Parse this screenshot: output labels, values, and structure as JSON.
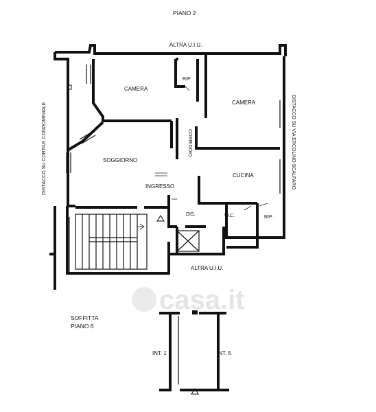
{
  "floor": {
    "title": "PIANO 2"
  },
  "neighbors": {
    "top": "ALTRA U.I.U.",
    "bottom": "ALTRA U.I.U."
  },
  "sides": {
    "left": "DISTACCO SU CORTILE CONDOMINIALE",
    "right": "DISTACCO SU VIA ERCOLINO SCALFARO"
  },
  "rooms": {
    "camera_left": "CAMERA",
    "ripostiglio_top": "RIP.",
    "camera_right": "CAMERA",
    "corridoio": "CORRIDOIO",
    "soggiorno": "SOGGIORNO",
    "cucina": "CUCINA",
    "ingresso": "INGRESSO",
    "disimpegno": "DIS.",
    "wc": "W.C.",
    "ripostiglio_bottom": "RIP."
  },
  "attic": {
    "title_line1": "SOFFITTA",
    "title_line2": "PIANO 6",
    "unit_left": "INT. 1",
    "unit_right": "INT. 5"
  },
  "watermark": {
    "text": "casa.it"
  }
}
